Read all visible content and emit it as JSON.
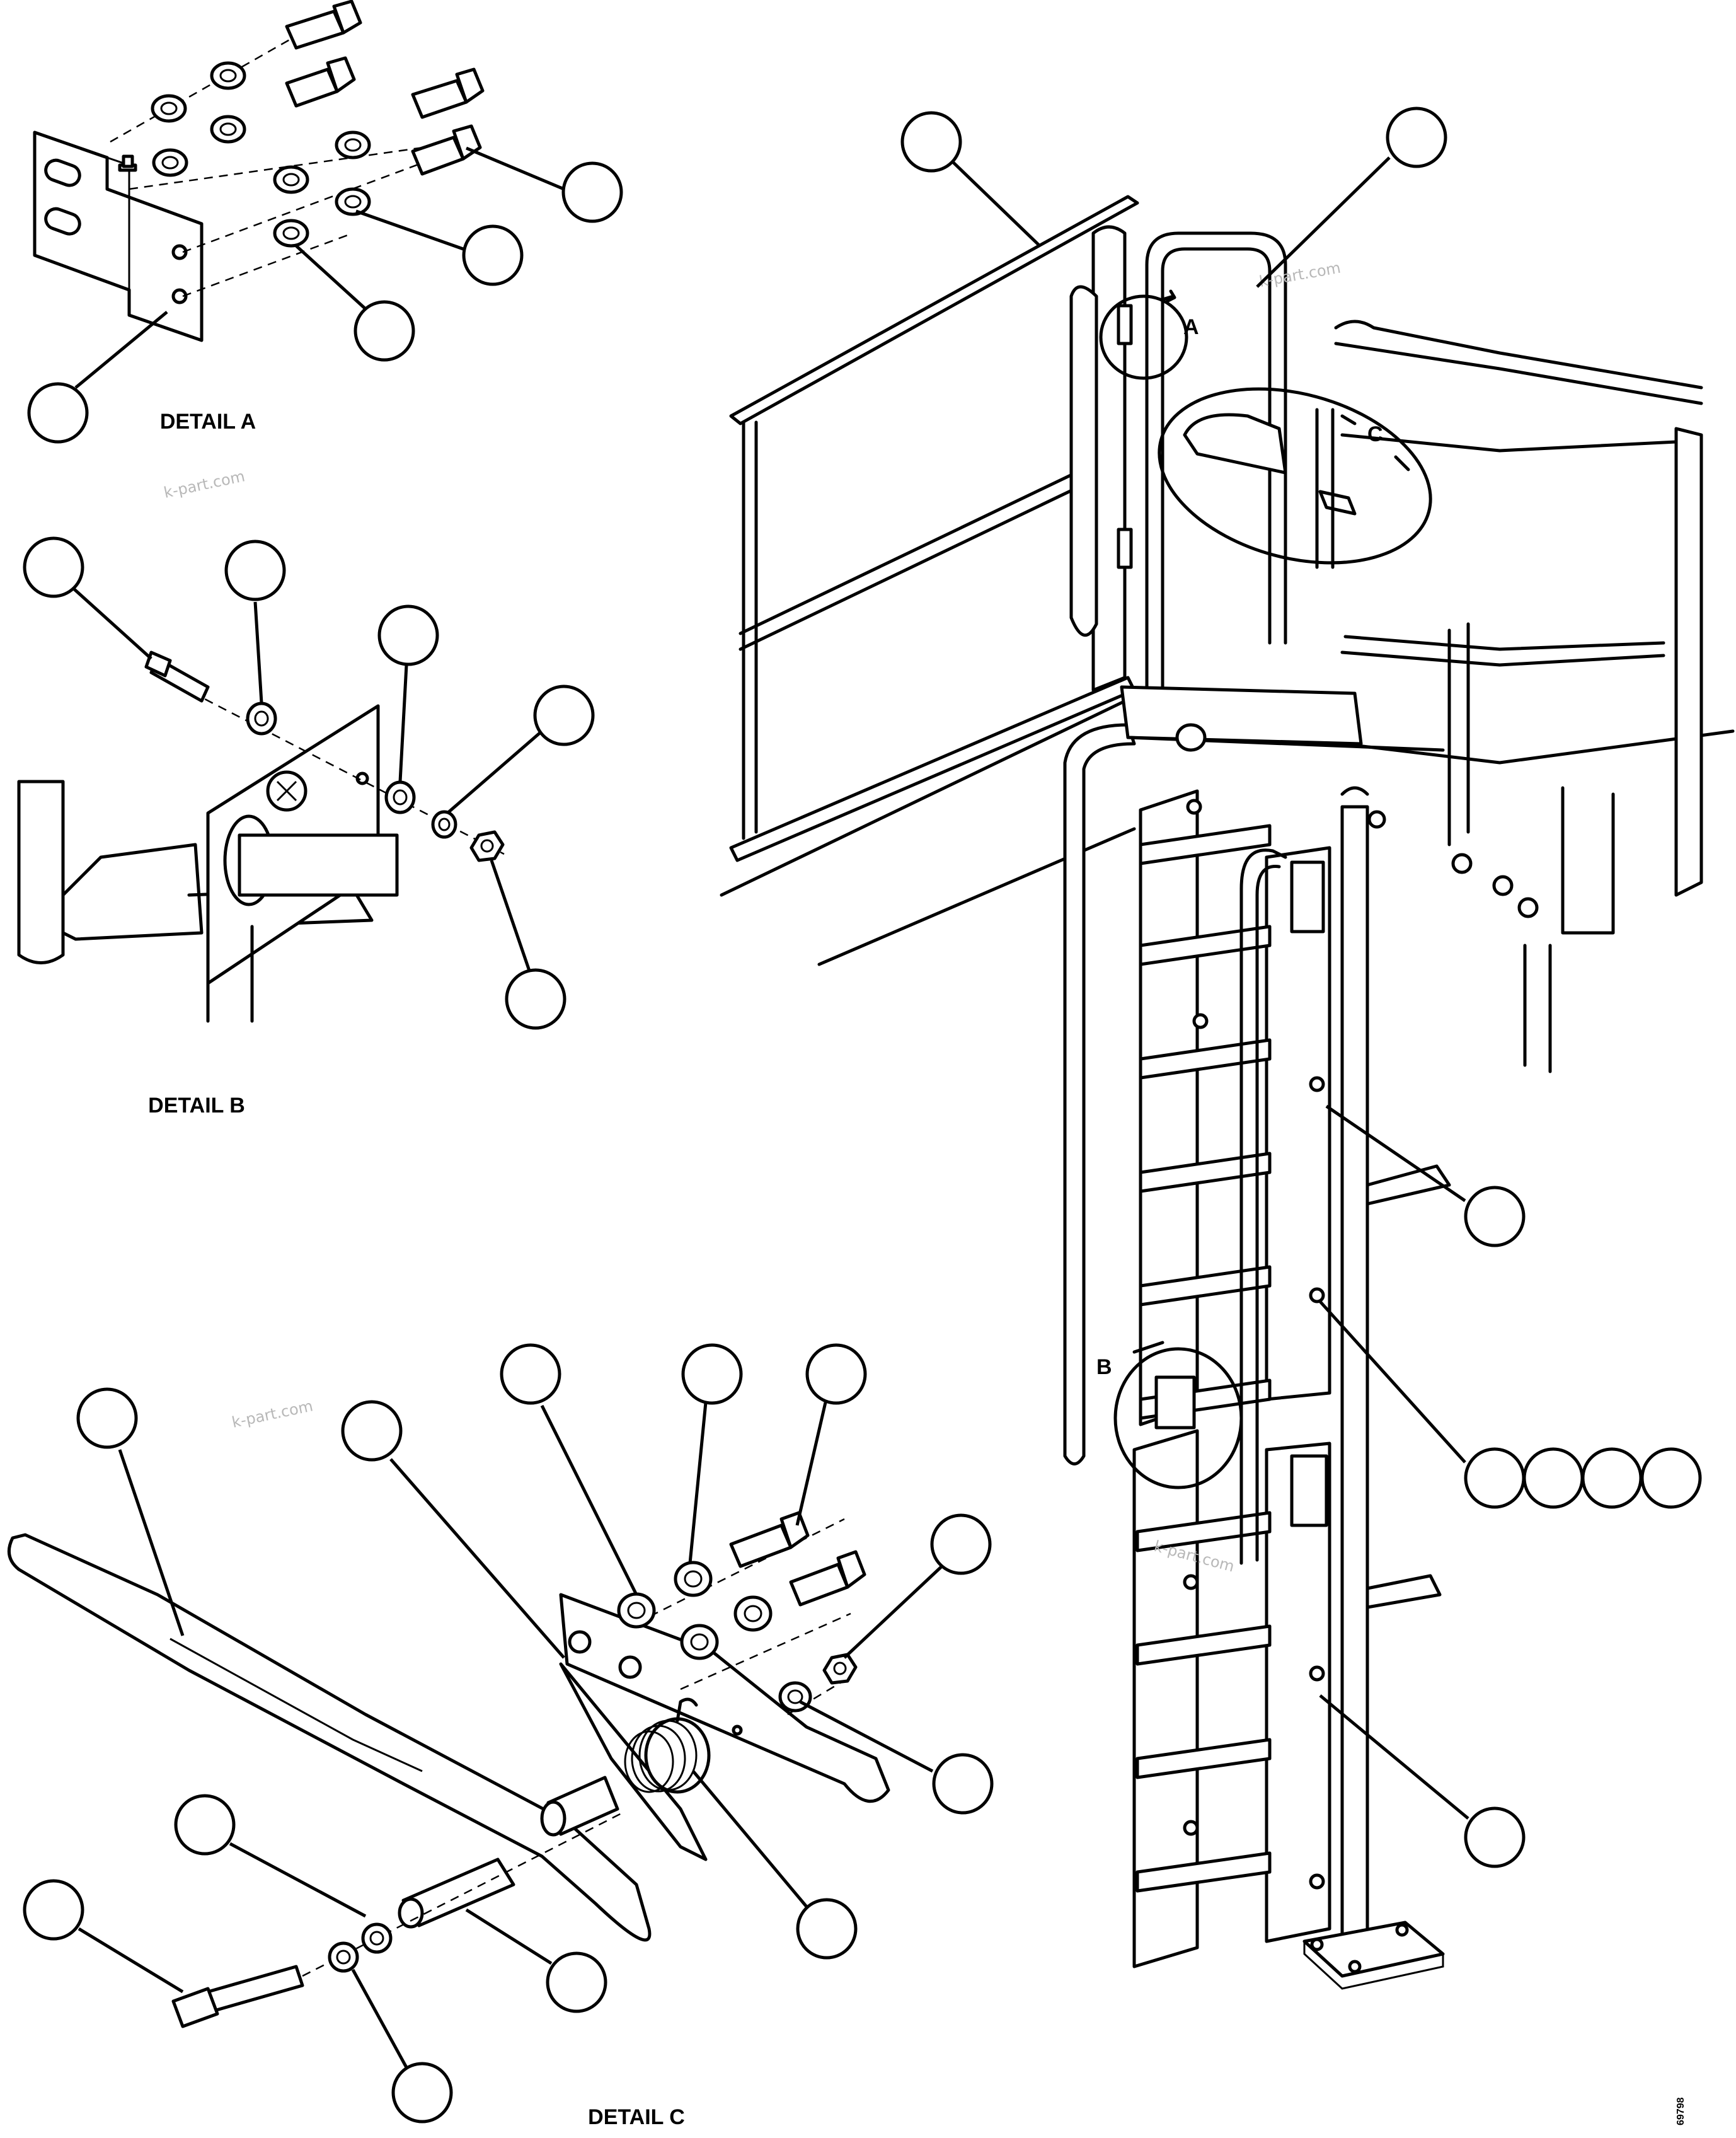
{
  "details": {
    "a": "DETAIL A",
    "b": "DETAIL B",
    "c": "DETAIL C"
  },
  "callouts": {
    "a": "A",
    "b": "B",
    "c": "C"
  },
  "watermark": "k-part.com",
  "figure_code": "69798"
}
